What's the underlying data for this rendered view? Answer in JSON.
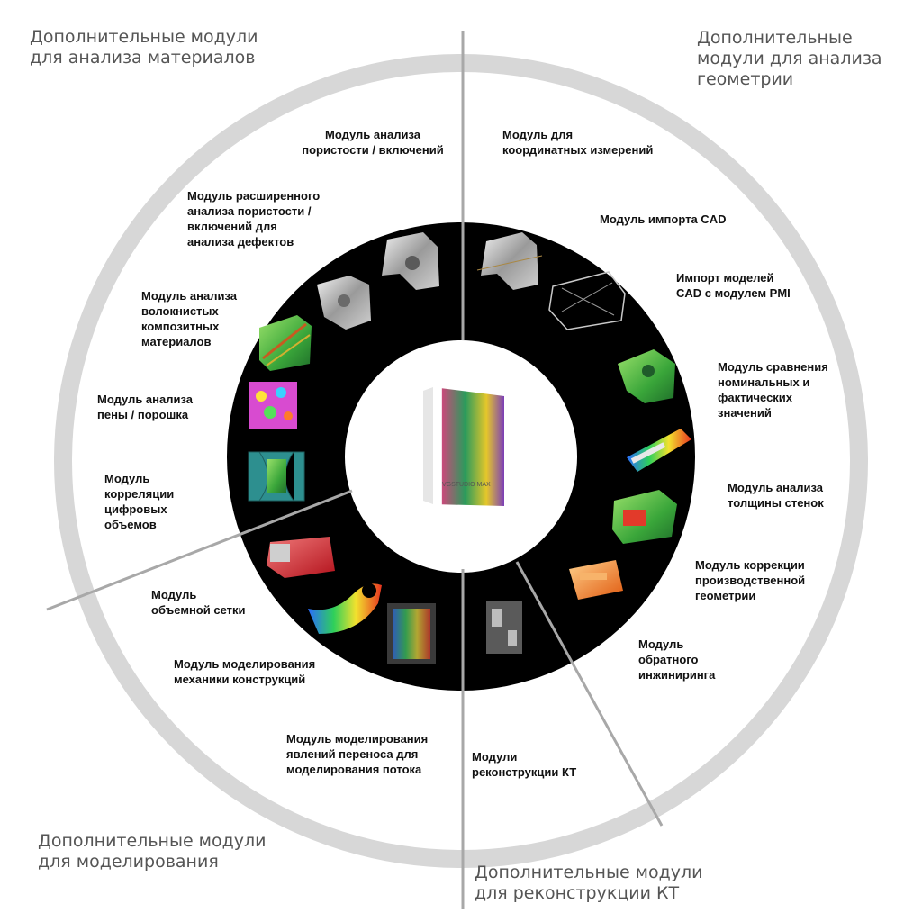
{
  "colors": {
    "outer_ring": "#d7d7d7",
    "dark_ring": "#000000",
    "center": "#ffffff",
    "divider": "#a8a8a8"
  },
  "center": {
    "product_box_text": "VGSTUDIO MAX"
  },
  "sectors": {
    "materials": "Дополнительные модули\nдля анализа материалов",
    "geometry": "Дополнительные\nмодули для анализа\nгеометрии",
    "simulation": "Дополнительные модули\nдля моделирования",
    "ct": "Дополнительные модули\n для реконструкции КТ"
  },
  "modules": {
    "porosity": "Модуль анализа\nпористости / включений",
    "adv_porosity": "Модуль расширенного\nанализа пористости /\nвключений для\nанализа дефектов",
    "fiber": "Модуль анализа\nволокнистых\nкомпозитных\nматериалов",
    "foam": "Модуль анализа\nпены / порошка",
    "dvc": "Модуль\nкорреляции\nцифровых\nобъемов",
    "volume_mesh": "Модуль\nобъемной сетки",
    "structural": "Модуль моделирования\nмеханики конструкций",
    "transport": "Модуль моделирования\nявлений переноса для\nмоделирования потока",
    "ct_recon": "Модули\nреконструкции КТ",
    "cmm": "Модуль для\nкоординатных измерений",
    "cad_import": "Модуль импорта CAD",
    "cad_pmi": "Импорт моделей\nCAD с модулем PMI",
    "nominal_actual": "Модуль сравнения\nноминальных и\nфактических\nзначений",
    "wall_thickness": "Модуль анализа\nтолщины стенок",
    "mfg_geometry": "Модуль коррекции\nпроизводственной\nгеометрии",
    "reverse_eng": "Модуль\nобратного\nинжиниринга"
  }
}
